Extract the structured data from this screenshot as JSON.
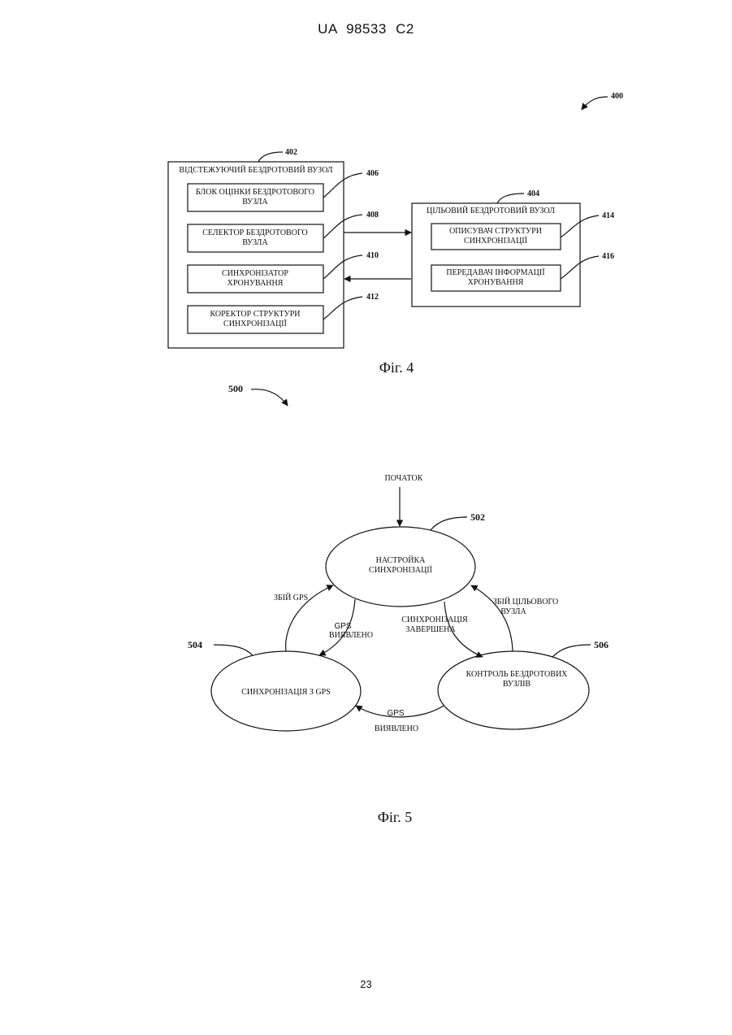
{
  "header": {
    "text": "UA   98533   C2"
  },
  "page_number": "23",
  "fig4": {
    "ref_main": "400",
    "caption": "Фіг. 4",
    "tracking_node": {
      "ref": "402",
      "title": "ВІДСТЕЖУЮЧИЙ БЕЗДРОТОВИЙ ВУЗОЛ",
      "blocks": [
        {
          "ref": "406",
          "line1": "БЛОК ОЦІНКИ БЕЗДРОТОВОГО",
          "line2": "ВУЗЛА"
        },
        {
          "ref": "408",
          "line1": "СЕЛЕКТОР БЕЗДРОТОВОГО",
          "line2": "ВУЗЛА"
        },
        {
          "ref": "410",
          "line1": "СИНХРОНІЗАТОР",
          "line2": "ХРОНУВАННЯ"
        },
        {
          "ref": "412",
          "line1": "КОРЕКТОР СТРУКТУРИ",
          "line2": "СИНХРОНІЗАЦІЇ"
        }
      ]
    },
    "target_node": {
      "ref": "404",
      "title": "ЦІЛЬОВИЙ БЕЗДРОТОВИЙ ВУЗОЛ",
      "blocks": [
        {
          "ref": "414",
          "line1": "ОПИСУВАЧ СТРУКТУРИ",
          "line2": "СИНХРОНІЗАЦІЇ"
        },
        {
          "ref": "416",
          "line1": "ПЕРЕДАВАЧ ІНФОРМАЦІЇ",
          "line2": "ХРОНУВАННЯ"
        }
      ]
    }
  },
  "fig5": {
    "ref_main": "500",
    "caption": "Фіг. 5",
    "start_label": "ПОЧАТОК",
    "states": [
      {
        "ref": "502",
        "line1": "НАСТРОЙКА",
        "line2": "СИНХРОНІЗАЦІЇ"
      },
      {
        "ref": "504",
        "line1": "СИНХРОНІЗАЦІЯ З GPS",
        "line2": ""
      },
      {
        "ref": "506",
        "line1": "КОНТРОЛЬ БЕЗДРОТОВИХ",
        "line2": "ВУЗЛІВ"
      }
    ],
    "transitions": {
      "gps_fail": "ЗБІЙ GPS",
      "gps_detected_a1": "GPS",
      "gps_detected_a2": "ВИЯВЛЕНО",
      "sync_done_1": "СИНХРОНІЗАЦІЯ",
      "sync_done_2": "ЗАВЕРШЕНА",
      "target_fail_1": "ЗБІЙ ЦІЛЬОВОГО",
      "target_fail_2": "ВУЗЛА",
      "gps_detected_b1": "GPS",
      "gps_detected_b2": "ВИЯВЛЕНО"
    }
  }
}
